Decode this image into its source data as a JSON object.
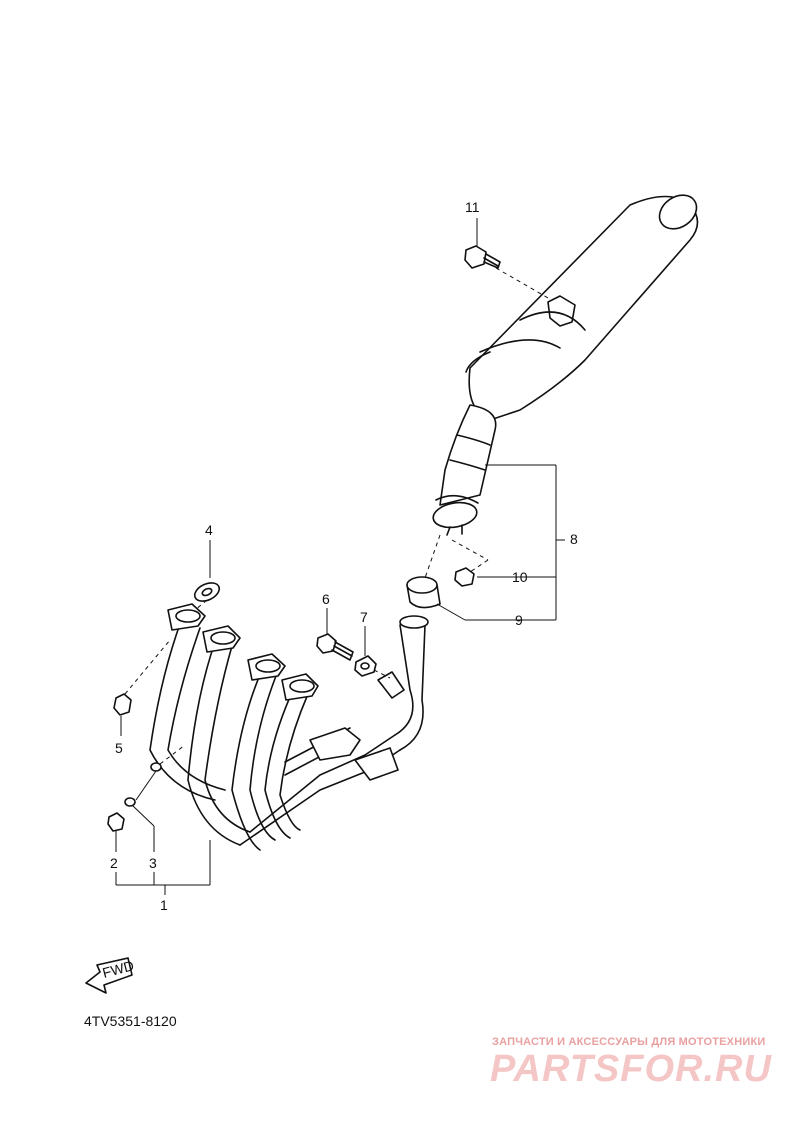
{
  "diagram": {
    "part_code": "4TV5351-8120",
    "fwd_label": "FWD",
    "callouts": [
      "1",
      "2",
      "3",
      "4",
      "5",
      "6",
      "7",
      "8",
      "9",
      "10",
      "11"
    ]
  },
  "watermark": {
    "caption": "ЗАПЧАСТИ И АКСЕССУАРЫ ДЛЯ МОТОТЕХНИКИ",
    "logo": "PARTSFOR.RU"
  }
}
